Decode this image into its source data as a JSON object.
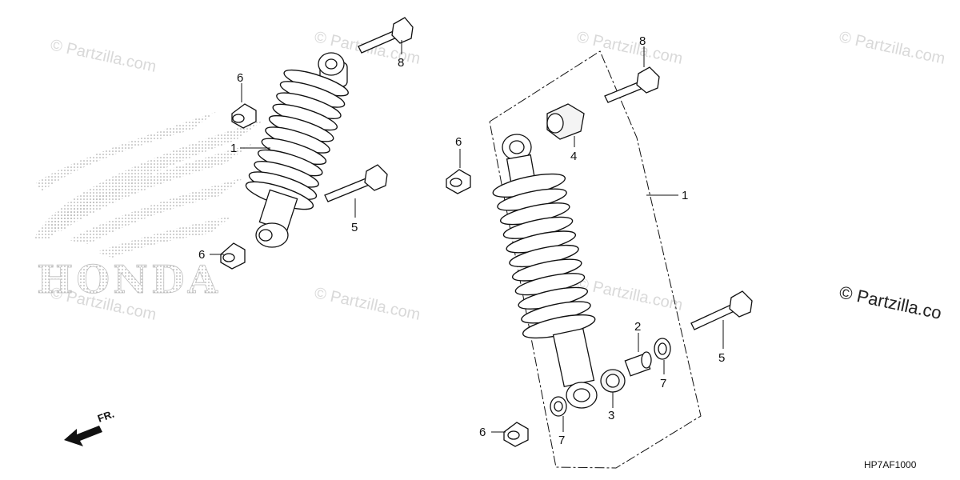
{
  "watermarks": [
    {
      "text": "© Partzilla.com"
    },
    {
      "text": "© Partzilla.com"
    },
    {
      "text": "© Partzilla.com"
    },
    {
      "text": "© Partzilla.com"
    },
    {
      "text": "© Partzilla.com"
    },
    {
      "text": "© Partzilla.com"
    },
    {
      "text": "© Partzilla.com"
    }
  ],
  "watermark_prominent": "© Partzilla.co",
  "brand_logo_text": "HONDA",
  "front_arrow_label": "FR.",
  "diagram_code": "HP7AF1000",
  "callouts": {
    "left_shock": "1",
    "left_nut_top": "6",
    "left_nut_bottom": "6",
    "left_bolt_top": "8",
    "left_bolt_mid": "5",
    "right_shock": "1",
    "right_bolt_top": "8",
    "right_bushing_top": "4",
    "right_nut_top": "6",
    "right_collar": "2",
    "right_bearing": "3",
    "right_seal_right": "7",
    "right_seal_left": "7",
    "right_bolt_bottom": "5",
    "right_nut_bottom": "6"
  }
}
